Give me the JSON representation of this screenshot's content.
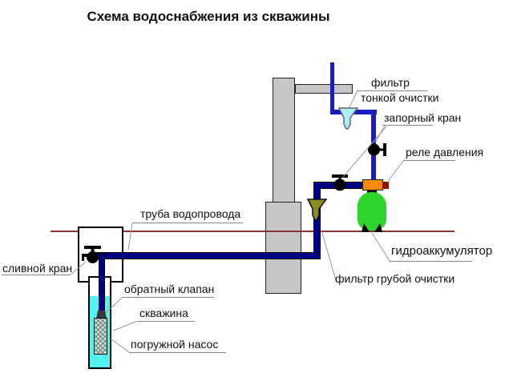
{
  "title": "Схема водоснабжения из скважины",
  "labels": {
    "fine_filter_line1": "фильтр",
    "fine_filter_line2": "тонкой очистки",
    "shutoff_valve": "запорный кран",
    "pressure_switch": "реле давления",
    "accumulator": "гидроаккумулятор",
    "coarse_filter": "фильтр грубой очистки",
    "water_pipe": "труба водопровода",
    "drain_valve": "сливной кран",
    "check_valve": "обратный клапан",
    "well": "скважина",
    "pump": "погружной насос"
  },
  "colors": {
    "house_pipe": "#1c1cc0",
    "main_pipe": "#000085",
    "ground_line": "#8b3333",
    "tank_green": "#2bd52b",
    "pressure_switch_orange": "#ff8a00",
    "pressure_knob_dark_red": "#8b1500",
    "coarse_filter_olive": "#8b8b25",
    "fine_filter_cyan": "#aeeef8",
    "well_water_cyan": "#55f0f0",
    "wall_gray": "#c6c6c6"
  }
}
